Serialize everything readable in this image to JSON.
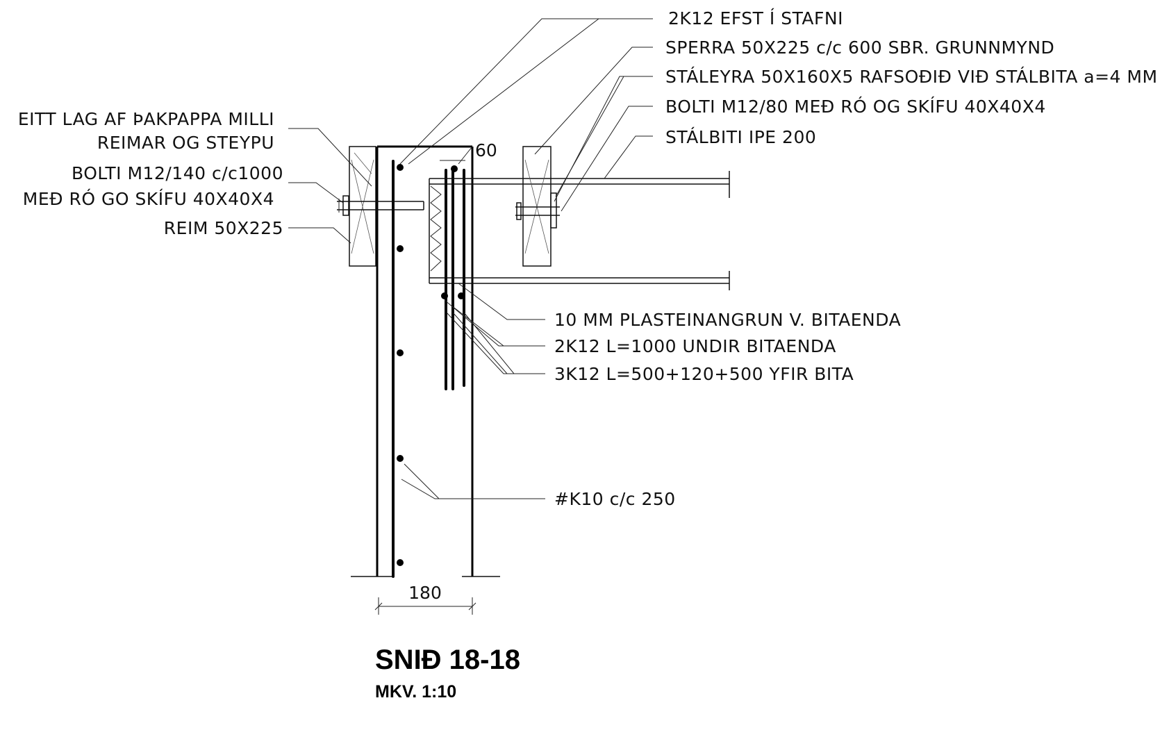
{
  "labels_right": {
    "top_rebar": "2K12 EFST Í STAFNI",
    "rafter": "SPERRA 50X225 c/c 600 SBR. GRUNNMYND",
    "steel_ear": "STÁLEYRA 50X160X5 RAFSOÐIÐ VIÐ STÁLBITA a=4 MM",
    "bolt_beam": "BOLTI M12/80 MEÐ RÓ OG SKÍFU 40X40X4",
    "steel_beam": "STÁLBITI IPE 200",
    "insulation": "10 MM PLASTEINANGRUN V. BITAENDA",
    "rebar_under": "2K12 L=1000 UNDIR BITAENDA",
    "rebar_over": "3K12 L=500+120+500 YFIR BITA",
    "mesh": "#K10 c/c 250"
  },
  "labels_left": {
    "membrane_1": "EITT LAG AF ÞAKPAPPA MILLI",
    "membrane_2": "REIMAR OG STEYPU",
    "bolt_wall_1": "BOLTI M12/140 c/c1000",
    "bolt_wall_2": "MEÐ RÓ GO SKÍFU 40X40X4",
    "plate": "REIM 50X225"
  },
  "dimensions": {
    "top": "60",
    "width": "180"
  },
  "title": {
    "section": "SNIÐ 18-18",
    "scale": "MKV. 1:10"
  }
}
